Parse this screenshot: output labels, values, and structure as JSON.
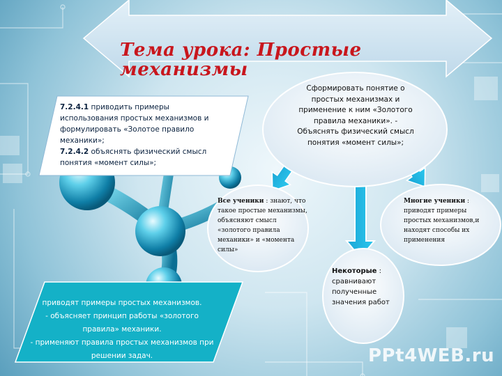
{
  "slide": {
    "title": "Тема урока: Простые механизмы",
    "objectives": [
      {
        "code": "7.2.4.1",
        "text": " приводить примеры использования простых механизмов и формулировать «Золотое правило механики»;"
      },
      {
        "code": "7.2.4.2",
        "text": " объяснять физический смысл понятия «момент силы»;"
      }
    ],
    "main_goal": "Сформировать понятие о простых механизмах и применение к ним «Золотого правила механики». - Объяснять физический смысл понятия «момент силы»;",
    "all_students": {
      "label": "Все ученики",
      "text": " : знают, что такое простые механизмы, объясняют смысл «золотого правила механики» и «момента силы»"
    },
    "many_students": {
      "label": "Многие ученики",
      "text": " : приводят примеры простых механизмов,и находят способы их применения"
    },
    "some_students": {
      "label": "Некоторые",
      "text": " : сравнивают полученные значения работ"
    },
    "success_criteria": [
      "приводят примеры простых механизмов.",
      "- объясняет принцип работы «золотого правила» механики.",
      "- применяют правила простых механизмов при решении задач."
    ],
    "watermark": "PPt4WEB.ru"
  },
  "colors": {
    "title_red": "#c8161d",
    "cyan_panel": "#14b1c7",
    "arrow_fill": "#cfe5f2",
    "ellipse_fill": "#eef4f9"
  }
}
